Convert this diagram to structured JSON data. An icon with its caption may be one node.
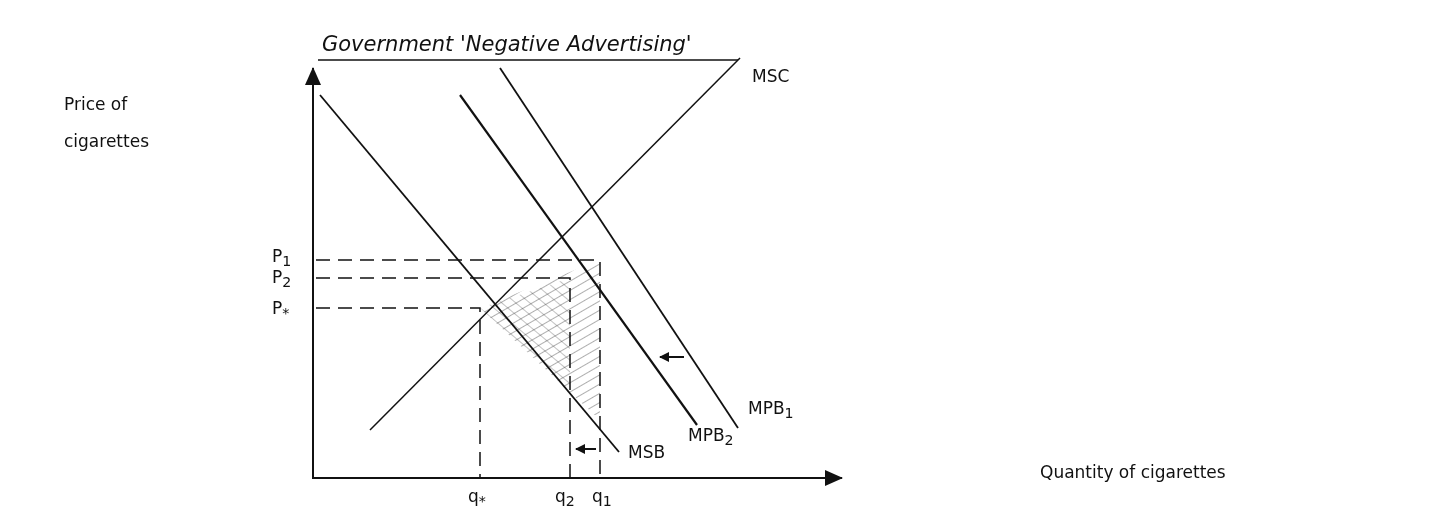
{
  "diagram": {
    "title": "Government 'Negative Advertising'",
    "labels": [
      "Price of cigarettes",
      "MSC",
      "P$_{1}$",
      "P$_{2}$",
      "P$_{*}$",
      "MPB$_{1}$",
      "MPB$_{2}$",
      "MSB",
      "q$_{*}$",
      "q$_{2}$",
      "q$_{1}$",
      "Quantity of cigarettes"
    ]
  }
}
